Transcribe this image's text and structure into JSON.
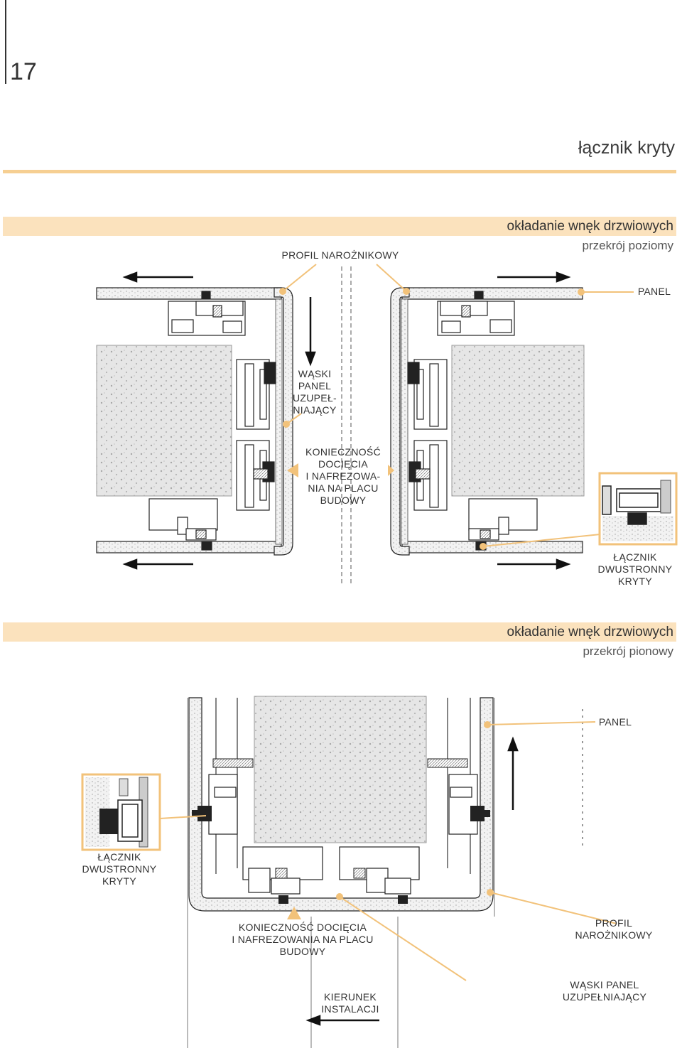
{
  "page": {
    "number": "17",
    "title": "łącznik kryty"
  },
  "section_horizontal": {
    "heading": "okładanie wnęk drzwiowych",
    "subheading": "przekrój poziomy",
    "labels": {
      "profil_naroznikowy": "PROFIL NAROŻNIKOWY",
      "panel": "PANEL",
      "waski_panel": [
        "WĄSKI",
        "PANEL",
        "UZUPEŁ-",
        "NIAJĄCY"
      ],
      "koniecznosc": [
        "KONIECZNOŚĆ",
        "DOCIĘCIA",
        "I NAFREZOWA-",
        "NIA NA PLACU",
        "BUDOWY"
      ],
      "lacznik": [
        "ŁĄCZNIK",
        "DWUSTRONNY",
        "KRYTY"
      ]
    }
  },
  "section_vertical": {
    "heading": "okładanie wnęk drzwiowych",
    "subheading": "przekrój pionowy",
    "labels": {
      "panel": "PANEL",
      "lacznik": [
        "ŁĄCZNIK",
        "DWUSTRONNY",
        "KRYTY"
      ],
      "koniecznosc": [
        "KONIECZNOŚĆ DOCIĘCIA",
        "I NAFREZOWANIA NA PLACU",
        "BUDOWY"
      ],
      "profil_naroznikowy": [
        "PROFIL",
        "NAROŻNIKOWY"
      ],
      "kierunek": [
        "KIERUNEK",
        "INSTALACJI"
      ],
      "waski_panel": [
        "WĄSKI PANEL",
        "UZUPEŁNIAJĄCY"
      ]
    }
  },
  "colors": {
    "accent": "#f6cf92",
    "band": "#fbe2bd",
    "leader": "#f2c27a",
    "ink": "#222222",
    "stipple_fill": "#e4e4e4"
  }
}
